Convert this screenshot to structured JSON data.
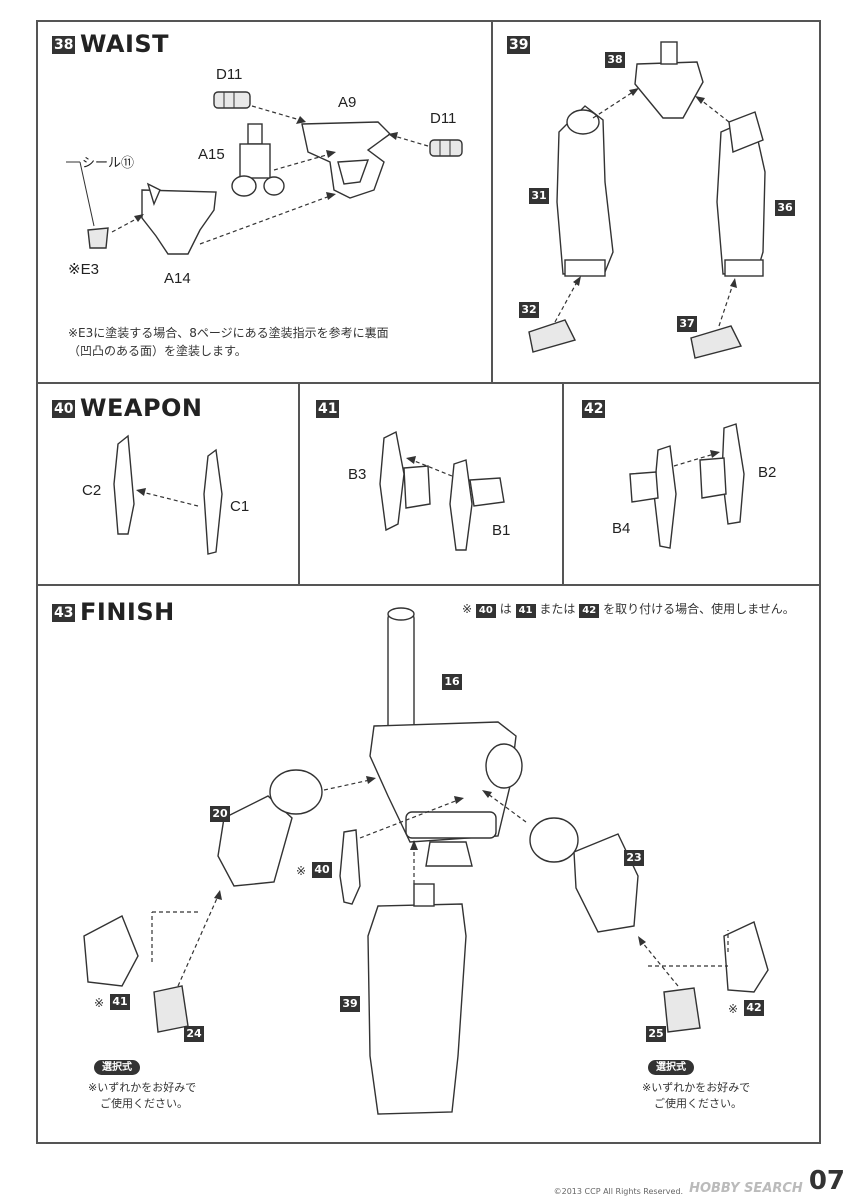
{
  "steps": {
    "s38": {
      "number": "38",
      "title": "WAIST",
      "labels": {
        "d11a": "D11",
        "a9": "A9",
        "d11b": "D11",
        "a15": "A15",
        "seal": "シール⑪",
        "e3": "※E3",
        "a14": "A14"
      },
      "note_line1": "※E3に塗装する場合、8ページにある塗装指示を参考に裏面",
      "note_line2": "（凹凸のある面）を塗装します。"
    },
    "s39": {
      "number": "39",
      "parts": {
        "p38": "38",
        "p31": "31",
        "p36": "36",
        "p32": "32",
        "p37": "37"
      }
    },
    "s40": {
      "number": "40",
      "title": "WEAPON",
      "labels": {
        "c2": "C2",
        "c1": "C1"
      }
    },
    "s41": {
      "number": "41",
      "labels": {
        "b3": "B3",
        "b1": "B1"
      }
    },
    "s42": {
      "number": "42",
      "labels": {
        "b2": "B2",
        "b4": "B4"
      }
    },
    "s43": {
      "number": "43",
      "title": "FINISH",
      "top_note": {
        "mark": "※",
        "n40": "40",
        "wa": "は",
        "n41": "41",
        "mataha": "または",
        "n42": "42",
        "rest": "を取り付ける場合、使用しません。"
      },
      "parts": {
        "p16": "16",
        "p20": "20",
        "p23": "23",
        "p40": "40",
        "p39": "39",
        "p41": "41",
        "p24": "24",
        "p25": "25",
        "p42": "42"
      },
      "mark": "※",
      "left_option": {
        "pill": "選択式",
        "line1": "※いずれかをお好みで",
        "line2": "ご使用ください。"
      },
      "right_option": {
        "pill": "選択式",
        "line1": "※いずれかをお好みで",
        "line2": "ご使用ください。"
      }
    }
  },
  "footer": {
    "copyright": "©2013 CCP All Rights Reserved.",
    "logo": "HOBBY SEARCH",
    "page": "07"
  }
}
